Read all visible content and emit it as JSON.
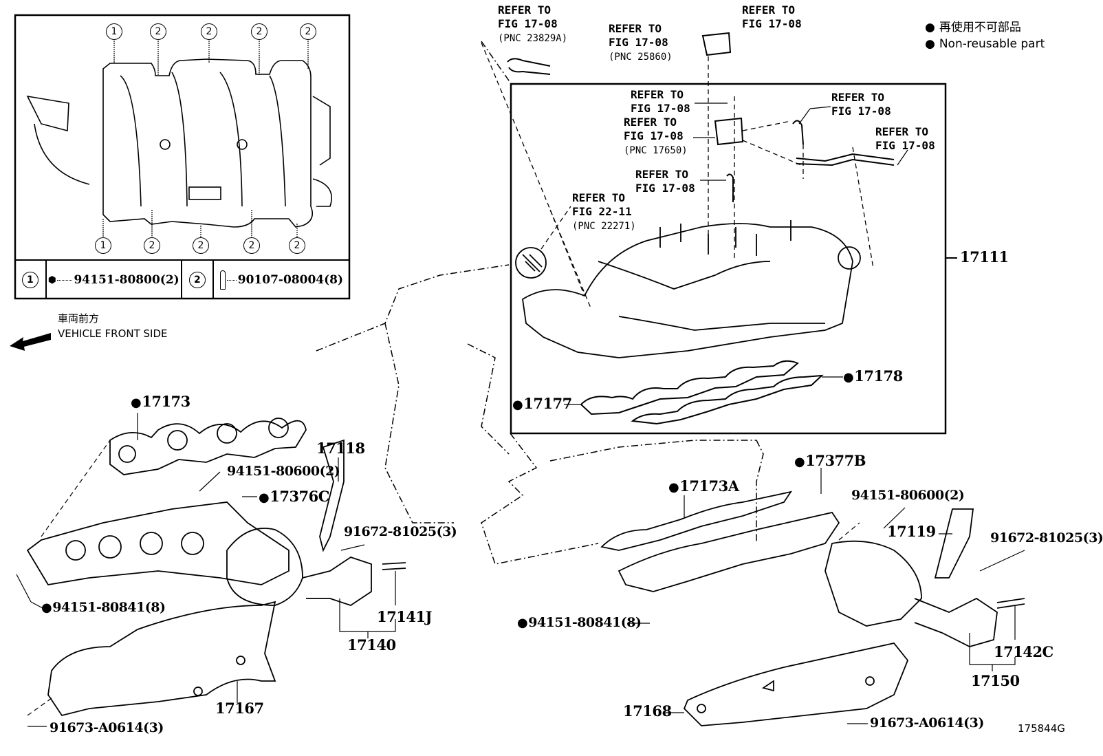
{
  "legend": {
    "non_reusable_jp": "再使用不可部品",
    "non_reusable_en": "Non-reusable part",
    "marker_icon": "filled-circle"
  },
  "direction": {
    "jp": "車両前方",
    "en": "VEHICLE FRONT SIDE",
    "icon": "arrow-left"
  },
  "inset": {
    "top_callouts": [
      "1",
      "2",
      "2",
      "2",
      "2"
    ],
    "bottom_callouts": [
      "1",
      "2",
      "2",
      "2",
      "2"
    ],
    "table": [
      {
        "callout": "1",
        "icon": "nut",
        "part": "94151-80800(2)"
      },
      {
        "callout": "2",
        "icon": "bolt",
        "part": "90107-08004(8)"
      }
    ]
  },
  "references": [
    {
      "line1": "REFER TO",
      "line2": "FIG 17-08",
      "pnc": "(PNC 23829A)"
    },
    {
      "line1": "REFER TO",
      "line2": "FIG 17-08",
      "pnc": "(PNC 25860)"
    },
    {
      "line1": "REFER TO",
      "line2": "FIG 17-08",
      "pnc": ""
    },
    {
      "line1": "REFER TO",
      "line2": "FIG 17-08",
      "pnc": ""
    },
    {
      "line1": "REFER TO",
      "line2": "FIG 17-08",
      "pnc": "(PNC 17650)"
    },
    {
      "line1": "REFER TO",
      "line2": "FIG 17-08",
      "pnc": ""
    },
    {
      "line1": "REFER TO",
      "line2": "FIG 17-08",
      "pnc": ""
    },
    {
      "line1": "REFER TO",
      "line2": "FIG 17-08",
      "pnc": ""
    },
    {
      "line1": "REFER TO",
      "line2": "FIG 22-11",
      "pnc": "(PNC 22271)"
    }
  ],
  "parts": {
    "p17111": "17111",
    "p17178": "17178",
    "p17177": "17177",
    "p17173": "17173",
    "p94151_80600_l": "94151-80600(2)",
    "p17376C": "17376C",
    "p17118": "17118",
    "p91672_81025_l": "91672-81025(3)",
    "p94151_80841_l": "94151-80841(8)",
    "p17141J": "17141J",
    "p17140": "17140",
    "p17167": "17167",
    "p91673_A0614_l": "91673-A0614(3)",
    "p17377B": "17377B",
    "p17173A": "17173A",
    "p94151_80600_r": "94151-80600(2)",
    "p17119": "17119",
    "p91672_81025_r": "91672-81025(3)",
    "p94151_80841_r": "94151-80841(8)",
    "p17142C": "17142C",
    "p17150": "17150",
    "p17168": "17168",
    "p91673_A0614_r": "91673-A0614(3)"
  },
  "figure_id": "175844G"
}
